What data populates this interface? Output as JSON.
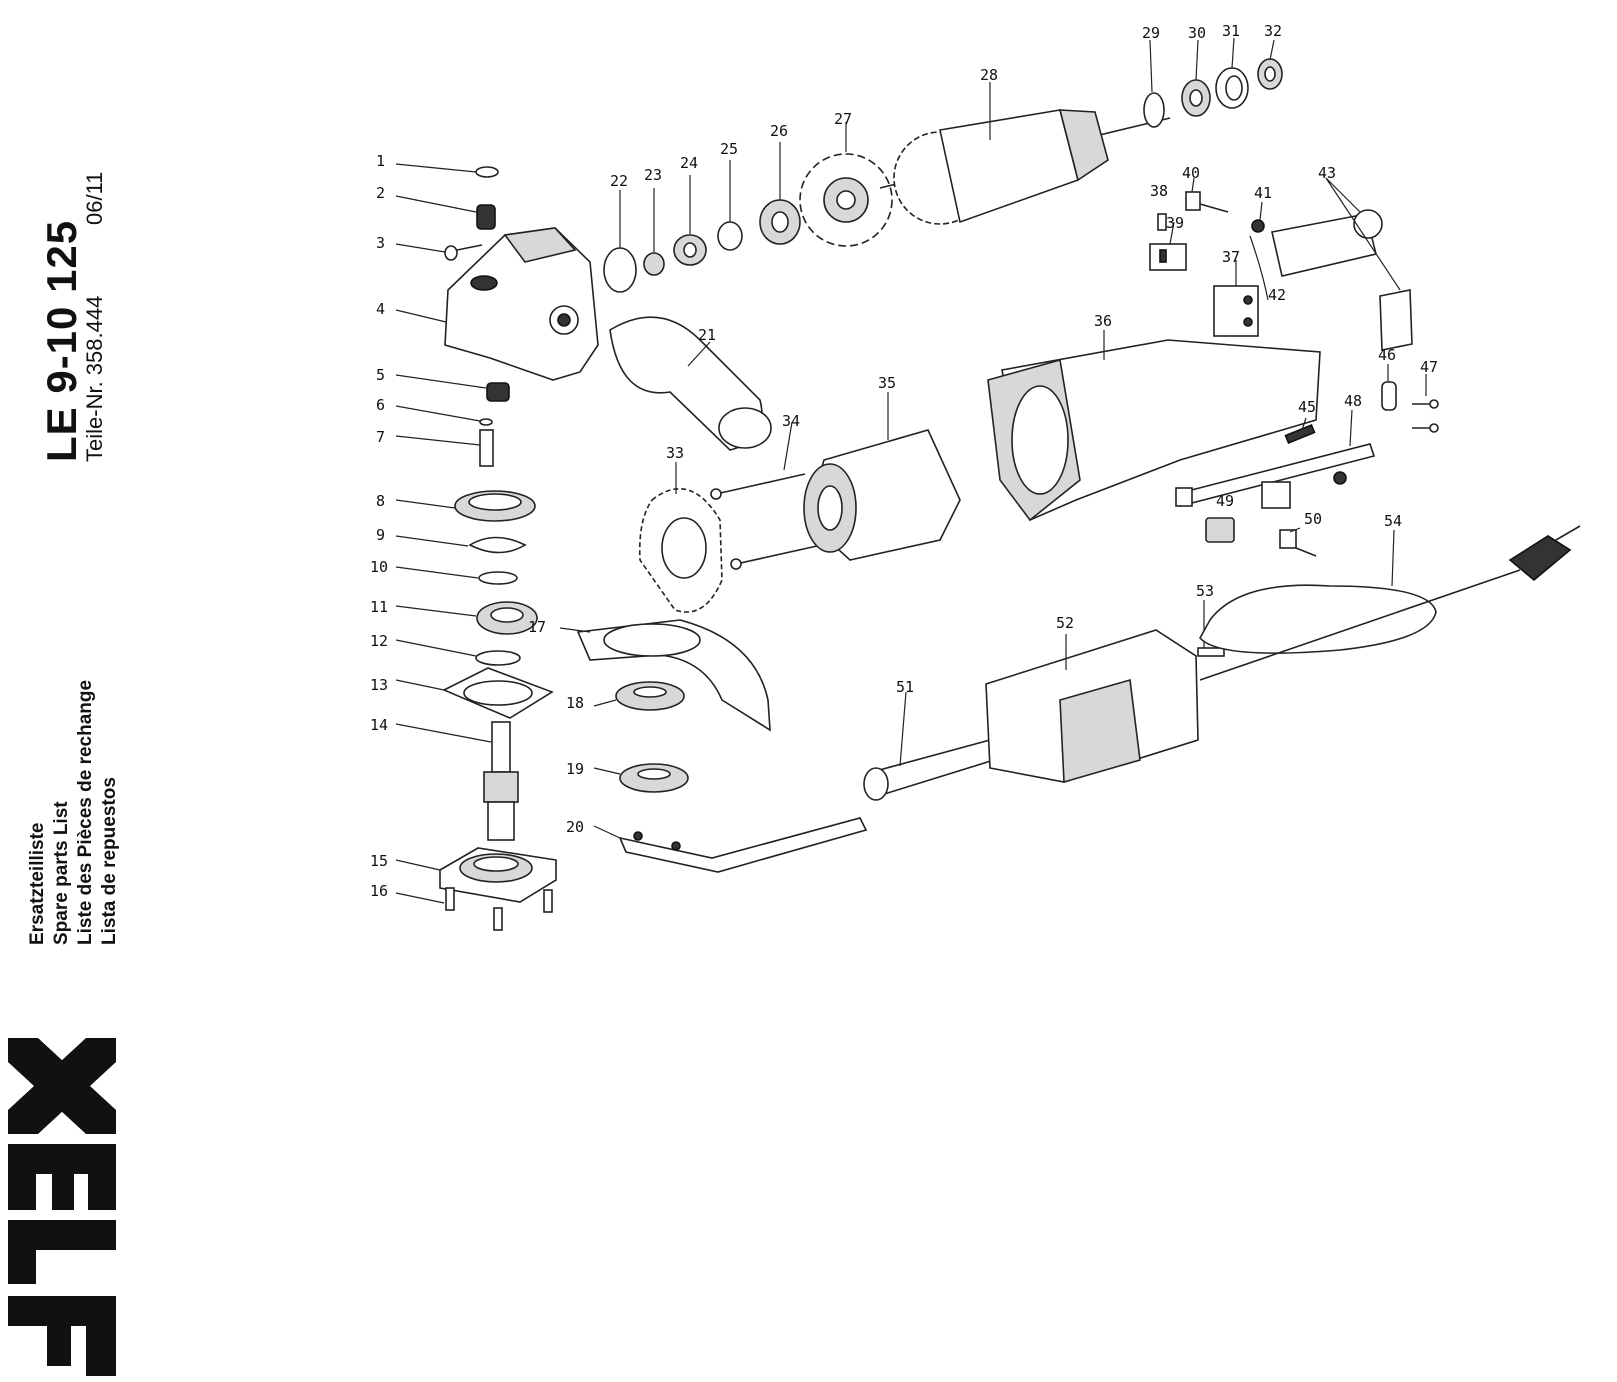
{
  "header": {
    "model": "LE 9-10 125",
    "part_number": "Teile-Nr. 358.444",
    "date": "06/11"
  },
  "list_titles": [
    "Ersatzteilliste",
    "Spare parts List",
    "Liste des Pièces de rechange",
    "Lista de repuestos"
  ],
  "brand": {
    "name": "FLEX",
    "color": "#111111"
  },
  "callouts": [
    "1",
    "2",
    "3",
    "4",
    "5",
    "6",
    "7",
    "8",
    "9",
    "10",
    "11",
    "12",
    "13",
    "14",
    "15",
    "16",
    "17",
    "18",
    "19",
    "20",
    "21",
    "22",
    "23",
    "24",
    "25",
    "26",
    "27",
    "28",
    "29",
    "30",
    "31",
    "32",
    "33",
    "34",
    "35",
    "36",
    "37",
    "38",
    "39",
    "40",
    "41",
    "42",
    "43",
    "45",
    "46",
    "47",
    "48",
    "49",
    "50",
    "51",
    "52",
    "53",
    "54"
  ]
}
